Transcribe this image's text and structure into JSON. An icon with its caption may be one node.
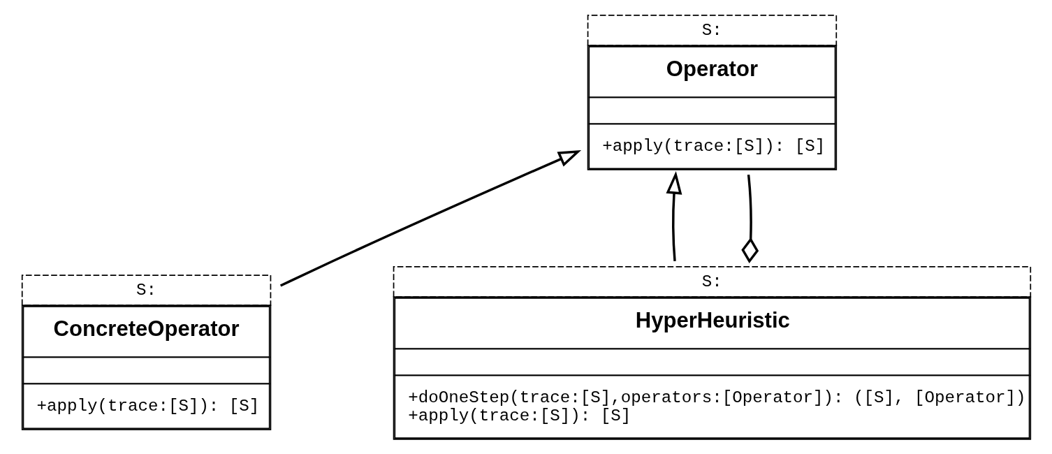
{
  "diagram": {
    "nodes": [
      {
        "text": [
          "Operator",
          "+apply(trace:[S]): [S]"
        ],
        "beside": [
          "S:"
        ]
      },
      {
        "text": [
          "ConcreteOperator",
          "+apply(trace:[S]): [S]"
        ],
        "beside": [
          "S:"
        ]
      },
      {
        "text": [
          "HyperHeuristic",
          "+doOneStep(trace:[S],operators:[Operator]): ([S], [Operator])",
          "+apply(trace:[S]): [S]"
        ],
        "beside": [
          "S:"
        ]
      }
    ],
    "edges": [
      {
        "from": 1,
        "to": 0,
        "arrow": "to"
      },
      {
        "from": 2,
        "to": 0,
        "arrow": "to"
      },
      {
        "from": 2,
        "to": 0,
        "arrow": "other"
      }
    ]
  }
}
